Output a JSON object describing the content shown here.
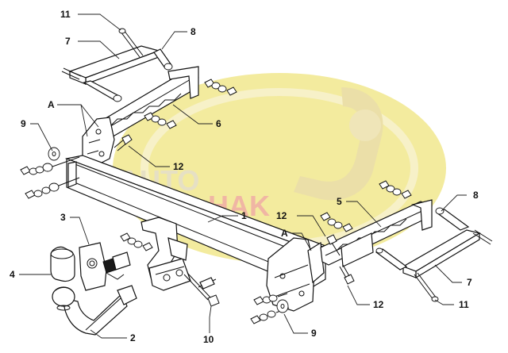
{
  "watermark": {
    "text_left": "AUTO",
    "text_right": "HAK",
    "colors": {
      "ellipse": "#f3eb9e",
      "ring": "#f4ecc4",
      "hook": "#ece1b0",
      "auto": "#e8e2c8",
      "hak": "#f0b8a8"
    }
  },
  "callouts": [
    {
      "id": "c1",
      "label": "1"
    },
    {
      "id": "c2",
      "label": "2"
    },
    {
      "id": "c3",
      "label": "3"
    },
    {
      "id": "c4",
      "label": "4"
    },
    {
      "id": "c5",
      "label": "5"
    },
    {
      "id": "c6",
      "label": "6"
    },
    {
      "id": "c7a",
      "label": "7"
    },
    {
      "id": "c7b",
      "label": "7"
    },
    {
      "id": "c8a",
      "label": "8"
    },
    {
      "id": "c8b",
      "label": "8"
    },
    {
      "id": "c9a",
      "label": "9"
    },
    {
      "id": "c9b",
      "label": "9"
    },
    {
      "id": "c10",
      "label": "10"
    },
    {
      "id": "c11a",
      "label": "11"
    },
    {
      "id": "c11b",
      "label": "11"
    },
    {
      "id": "c12a",
      "label": "12"
    },
    {
      "id": "c12b",
      "label": "12"
    },
    {
      "id": "c12c",
      "label": "12"
    },
    {
      "id": "cAa",
      "label": "A"
    },
    {
      "id": "cAb",
      "label": "A"
    }
  ]
}
